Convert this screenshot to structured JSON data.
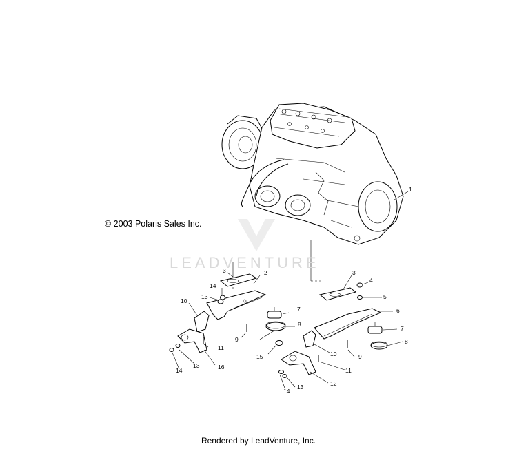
{
  "copyright": "© 2003 Polaris Sales Inc.",
  "watermark": "LEADVENTURE",
  "footer": "Rendered by LeadVenture, Inc.",
  "callouts": [
    "1",
    "3",
    "14",
    "13",
    "2",
    "10",
    "9",
    "11",
    "16",
    "14",
    "13",
    "7",
    "8",
    "15",
    "3",
    "4",
    "5",
    "6",
    "7",
    "8",
    "10",
    "9",
    "11",
    "12",
    "13",
    "14"
  ]
}
